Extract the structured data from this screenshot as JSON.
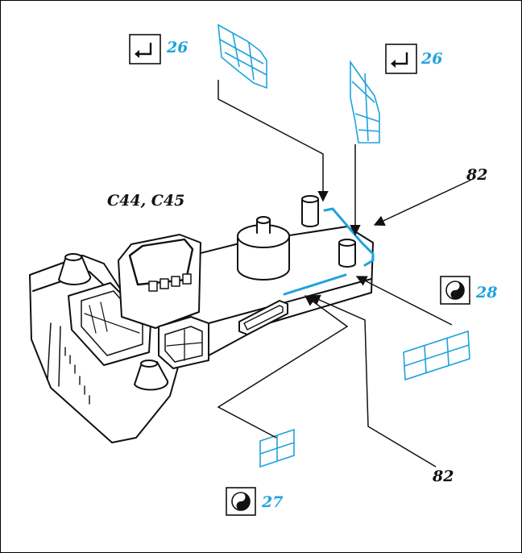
{
  "assembly_label": "C44, C45",
  "callouts": {
    "fold_left": "26",
    "fold_right": "26",
    "decal_28": "28",
    "decal_27": "27",
    "part_82_top": "82",
    "part_82_bottom": "82"
  },
  "colors": {
    "accent": "#1ea3dc",
    "line": "#111111"
  },
  "icons": {
    "fold": "fold-arrow-icon",
    "decal": "yin-yang-decal-icon"
  }
}
